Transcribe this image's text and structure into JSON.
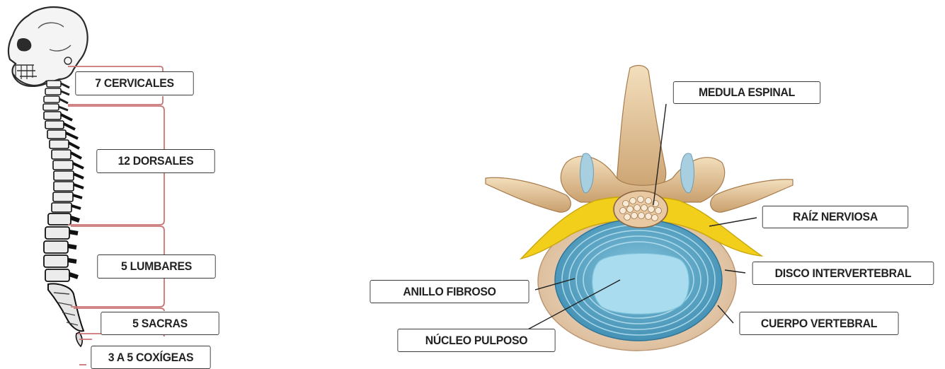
{
  "spine_labels": {
    "cervicales": "7 CERVICALES",
    "dorsales": "12 DORSALES",
    "lumbares": "5 LUMBARES",
    "sacras": "5 SACRAS",
    "coxigeas": "3 A 5 COXÍGEAS"
  },
  "vertebra_labels": {
    "medula": "MEDULA ESPINAL",
    "raiz": "RAÍZ NERVIOSA",
    "disco": "DISCO INTERVERTEBRAL",
    "anillo": "ANILLO FIBROSO",
    "cuerpo": "CUERPO VERTEBRAL",
    "nucleo": "NÚCLEO PULPOSO"
  },
  "colors": {
    "bracket": "#c97575",
    "bone": "#e8c99a",
    "nerve": "#f2cf1a",
    "disc": "#6fb7cf",
    "nucleus": "#a9dcee",
    "spine_dark": "#1b1b1b"
  }
}
